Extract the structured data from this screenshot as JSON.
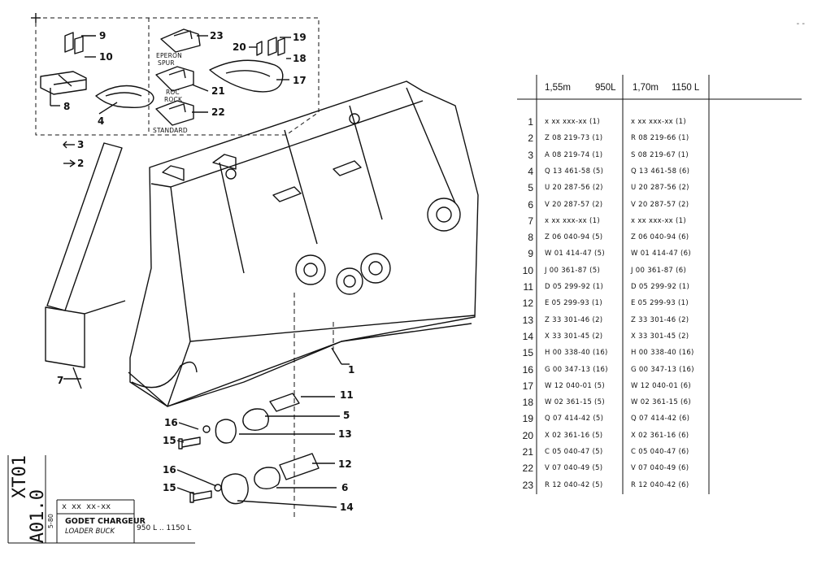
{
  "sheet": {
    "code_line1": "XT01",
    "code_line2": "A01.0",
    "date": "5-80",
    "ref": "x xx xx-xx",
    "name_fr": "GODET CHARGEUR",
    "name_en": "LOADER BUCK",
    "models": "950 L .. 1150 L"
  },
  "inset": {
    "eperon": "EPERON",
    "spur": "SPUR",
    "roc": "ROC",
    "rock": "ROCK",
    "standard": "STANDARD"
  },
  "callouts": {
    "c1": "1",
    "c2": "2",
    "c3": "3",
    "c4": "4",
    "c5": "5",
    "c6": "6",
    "c7": "7",
    "c8": "8",
    "c9": "9",
    "c10": "10",
    "c11": "11",
    "c12": "12",
    "c13": "13",
    "c14": "14",
    "c15a": "15",
    "c15b": "15",
    "c16a": "16",
    "c16b": "16",
    "c17": "17",
    "c18": "18",
    "c19": "19",
    "c20": "20",
    "c21": "21",
    "c22": "22",
    "c23": "23",
    "arrow3": "3",
    "arrow2": "2"
  },
  "table": {
    "col1_width": "1,55m",
    "col1_model": "950L",
    "col2_width": "1,70m",
    "col2_model": "1150 L",
    "rows": [
      {
        "n": "1",
        "a": "x xx xxx-xx (1)",
        "b": "x xx xxx-xx (1)"
      },
      {
        "n": "2",
        "a": "Z 08 219-73 (1)",
        "b": "R 08 219-66 (1)"
      },
      {
        "n": "3",
        "a": "A 08 219-74 (1)",
        "b": "S 08 219-67 (1)"
      },
      {
        "n": "4",
        "a": "Q 13 461-58 (5)",
        "b": "Q 13 461-58 (6)"
      },
      {
        "n": "5",
        "a": "U 20 287-56 (2)",
        "b": "U 20 287-56 (2)"
      },
      {
        "n": "6",
        "a": "V 20 287-57 (2)",
        "b": "V 20 287-57 (2)"
      },
      {
        "n": "7",
        "a": "x xx xxx-xx (1)",
        "b": "x xx xxx-xx (1)"
      },
      {
        "n": "8",
        "a": "Z 06 040-94 (5)",
        "b": "Z 06 040-94 (6)"
      },
      {
        "n": "9",
        "a": "W 01 414-47 (5)",
        "b": "W 01 414-47 (6)"
      },
      {
        "n": "10",
        "a": "J 00 361-87 (5)",
        "b": "J 00 361-87 (6)"
      },
      {
        "n": "11",
        "a": "D 05 299-92 (1)",
        "b": "D 05 299-92 (1)"
      },
      {
        "n": "12",
        "a": "E 05 299-93 (1)",
        "b": "E 05 299-93 (1)"
      },
      {
        "n": "13",
        "a": "Z 33 301-46 (2)",
        "b": "Z 33 301-46 (2)"
      },
      {
        "n": "14",
        "a": "X 33 301-45 (2)",
        "b": "X 33 301-45 (2)"
      },
      {
        "n": "15",
        "a": "H 00 338-40 (16)",
        "b": "H 00 338-40 (16)"
      },
      {
        "n": "16",
        "a": "G 00 347-13 (16)",
        "b": "G 00 347-13 (16)"
      },
      {
        "n": "17",
        "a": "W 12 040-01 (5)",
        "b": "W 12 040-01 (6)"
      },
      {
        "n": "18",
        "a": "W 02 361-15 (5)",
        "b": "W 02 361-15 (6)"
      },
      {
        "n": "19",
        "a": "Q 07 414-42 (5)",
        "b": "Q 07 414-42 (6)"
      },
      {
        "n": "20",
        "a": "X 02 361-16 (5)",
        "b": "X 02 361-16 (6)"
      },
      {
        "n": "21",
        "a": "C 05 040-47 (5)",
        "b": "C 05 040-47 (6)"
      },
      {
        "n": "22",
        "a": "V 07 040-49 (5)",
        "b": "V 07 040-49 (6)"
      },
      {
        "n": "23",
        "a": "R 12 040-42 (5)",
        "b": "R 12 040-42 (6)"
      }
    ]
  }
}
